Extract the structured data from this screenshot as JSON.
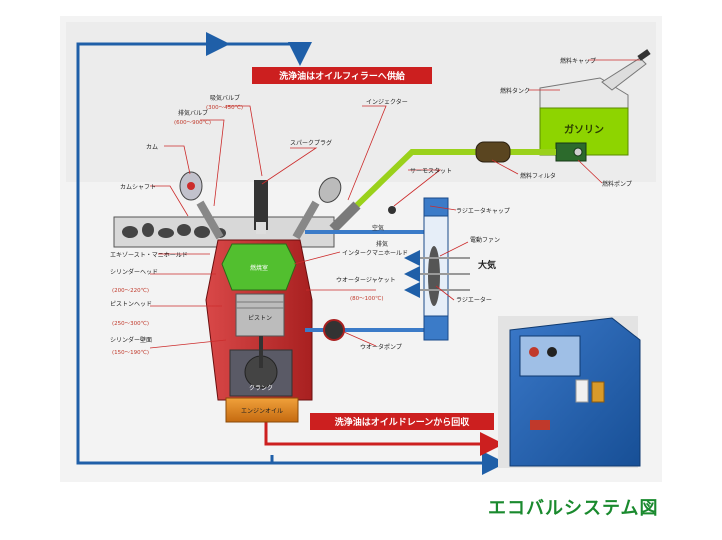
{
  "title": "エコバルシステム図",
  "banners": {
    "supply": "洗浄油はオイルフィラーへ供給",
    "recover": "洗浄油はオイルドレーンから回収"
  },
  "tank": {
    "name": "ガソリン"
  },
  "engine": {
    "combustion": "燃焼室",
    "piston": "ピストン",
    "crank": "クランク",
    "oil": "エンジンオイル"
  },
  "air": {
    "big": "大気",
    "small": "空気",
    "exhaust": "排気"
  },
  "labels": {
    "fuel_cap": "燃料キャップ",
    "fuel_tank": "燃料タンク",
    "fuel_filter": "燃料フィルタ",
    "fuel_pump": "燃料ポンプ",
    "intake_valve": "吸気バルブ",
    "intake_valve_temp": "(300〜450℃)",
    "exhaust_valve": "排気バルブ",
    "exhaust_valve_temp": "(600〜900℃)",
    "injector": "インジェクター",
    "spark_plug": "スパークプラグ",
    "cam": "カム",
    "camshaft": "カムシャフト",
    "thermostat": "サーモスタット",
    "radiator_cap": "ラジエータキャップ",
    "fan": "電動ファン",
    "exhaust_manifold": "エキゾースト・マニホールド",
    "intake_manifold": "インタークマニホールド",
    "cyl_head": "シリンダーヘッド",
    "cyl_head_temp": "(200〜220℃)",
    "water_jacket": "ウオータージャケット",
    "water_jacket_temp": "(80〜100℃)",
    "piston_head": "ピストンヘッド",
    "piston_head_temp": "(250〜300℃)",
    "radiator": "ラジエーター",
    "cyl_wall": "シリンダー壁面",
    "cyl_wall_temp": "(150〜190℃)",
    "water_pump": "ウオータポンプ"
  },
  "colors": {
    "supply_line": "#1f5fa8",
    "banner_red": "#cc1f1f",
    "gasoline": "#8ed400",
    "title": "#1a8a2e"
  }
}
